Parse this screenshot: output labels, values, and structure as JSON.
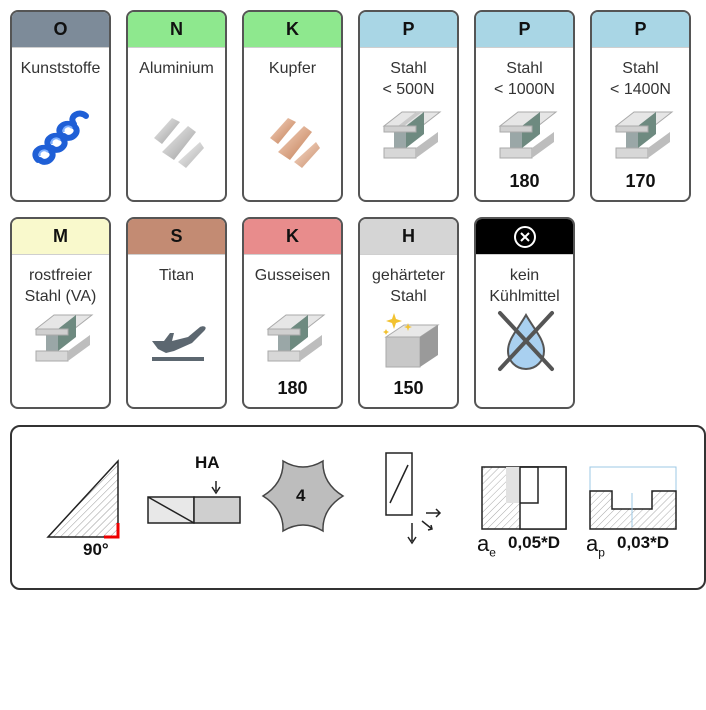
{
  "materials": [
    {
      "code": "O",
      "name": "Kunststoffe",
      "value": "",
      "color": "#7d8b99",
      "icon": "plastic-spiral-icon"
    },
    {
      "code": "N",
      "name": "Aluminium",
      "value": "",
      "color": "#8ee88e",
      "icon": "aluminium-strip-icon"
    },
    {
      "code": "K",
      "name": "Kupfer",
      "value": "",
      "color": "#8ee88e",
      "icon": "copper-strip-icon"
    },
    {
      "code": "P",
      "name": "Stahl\n< 500N",
      "value": "",
      "color": "#a9d6e5",
      "icon": "steel-beam-icon"
    },
    {
      "code": "P",
      "name": "Stahl\n< 1000N",
      "value": "180",
      "color": "#a9d6e5",
      "icon": "steel-beam-icon"
    },
    {
      "code": "P",
      "name": "Stahl\n< 1400N",
      "value": "170",
      "color": "#a9d6e5",
      "icon": "steel-beam-icon"
    },
    {
      "code": "M",
      "name": "rostfreier\nStahl (VA)",
      "value": "",
      "color": "#f9f9cc",
      "icon": "steel-beam-icon"
    },
    {
      "code": "S",
      "name": "Titan",
      "value": "",
      "color": "#c38b73",
      "icon": "airplane-icon"
    },
    {
      "code": "K",
      "name": "Gusseisen",
      "value": "180",
      "color": "#e88c8c",
      "icon": "cast-iron-beam-icon"
    },
    {
      "code": "H",
      "name": "gehärteter\nStahl",
      "value": "150",
      "color": "#d5d5d5",
      "icon": "hardened-steel-block-icon"
    },
    {
      "code": "",
      "name": "kein\nKühlmittel",
      "value": "",
      "color": "#000000",
      "icon": "no-coolant-icon"
    }
  ],
  "specs": {
    "angle": "90°",
    "shank": "HA",
    "flutes": "4",
    "ae_symbol": "a",
    "ae_sub": "e",
    "ae_value": "0,05*D",
    "ap_symbol": "a",
    "ap_sub": "p",
    "ap_value": "0,03*D"
  }
}
